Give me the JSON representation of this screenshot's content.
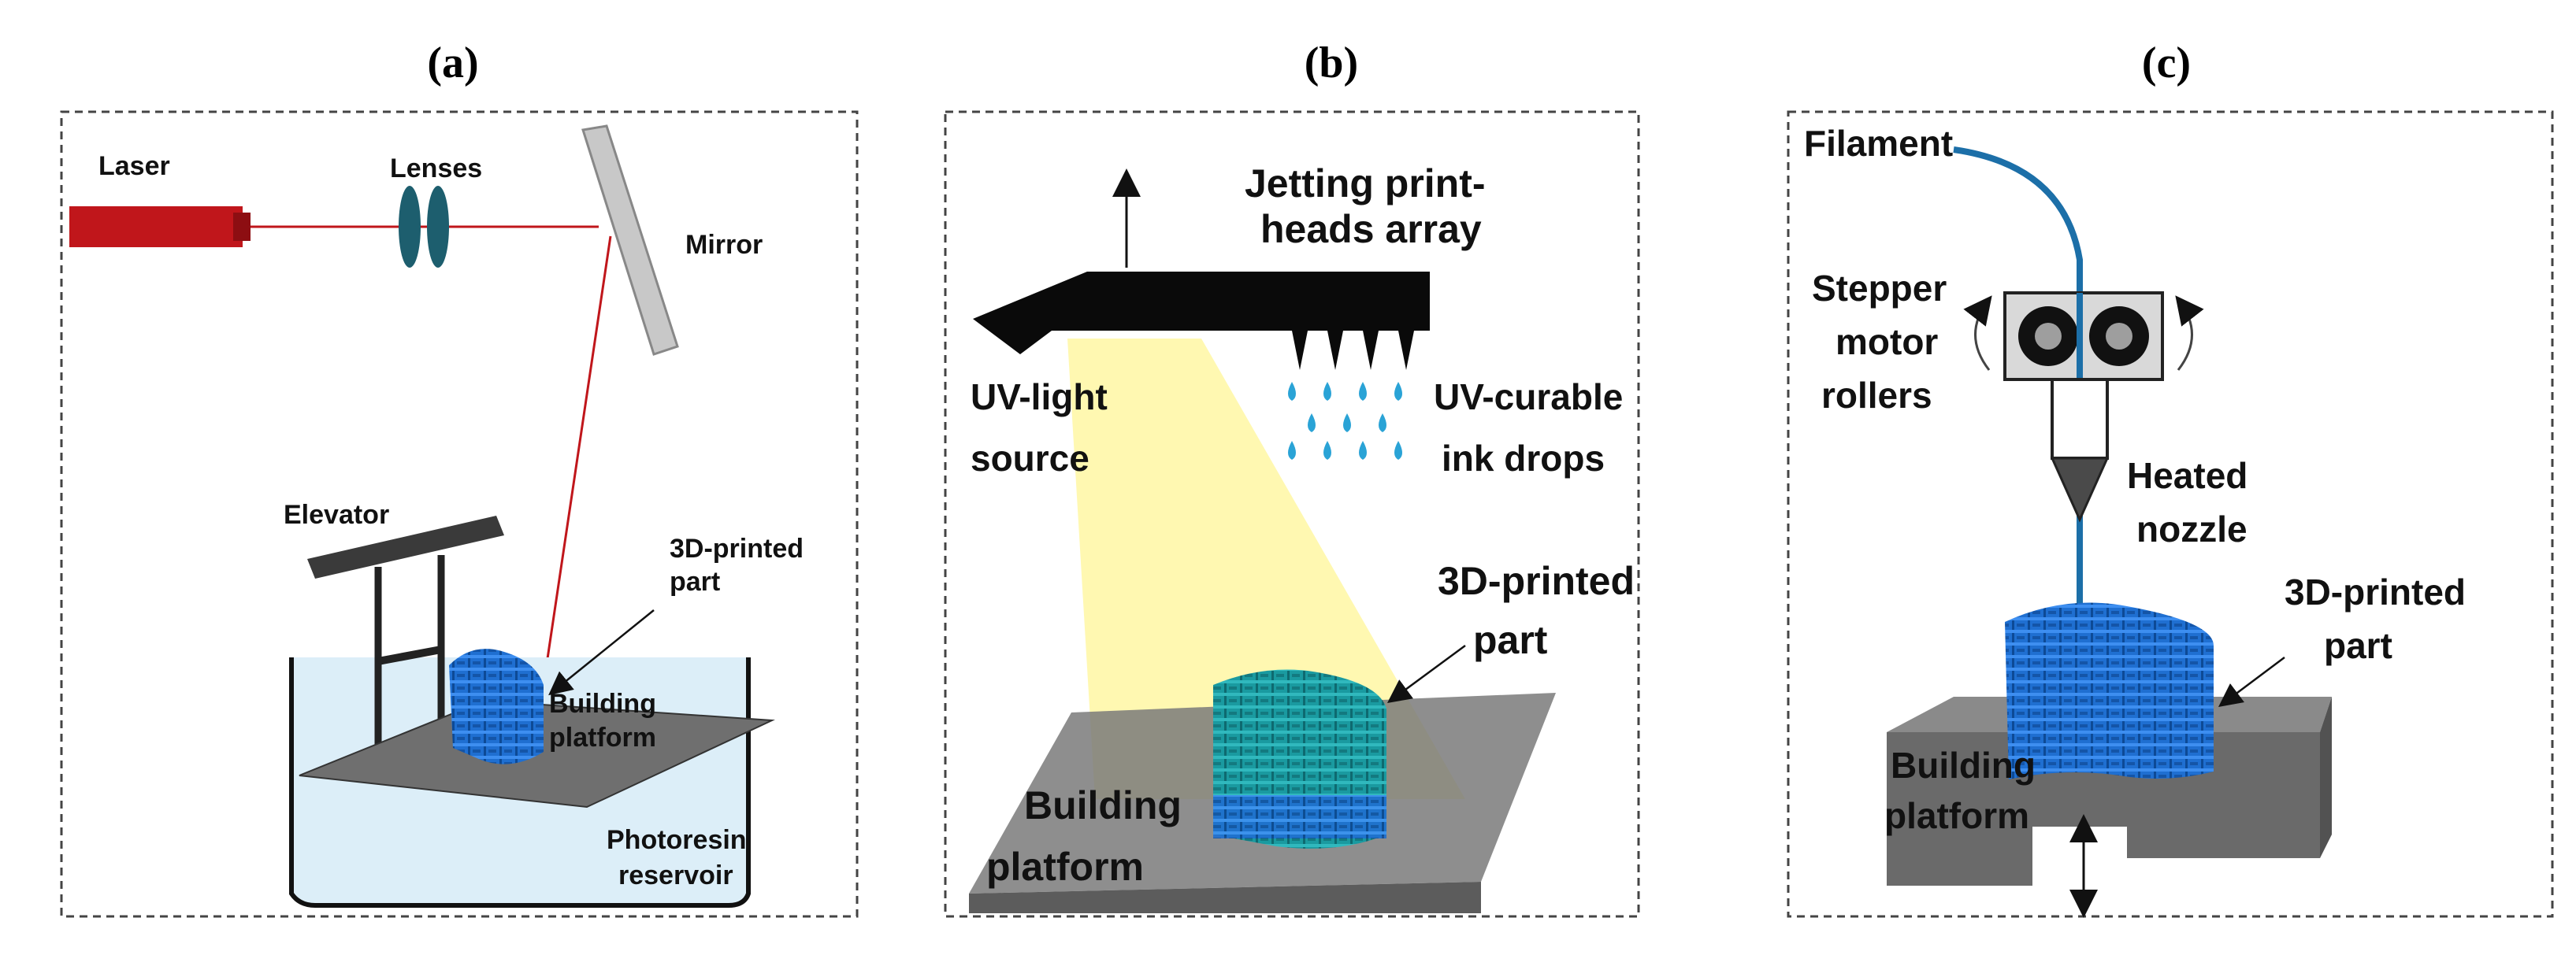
{
  "panels": [
    {
      "letter": "(a)",
      "labels": {
        "laser": "Laser",
        "lenses": "Lenses",
        "mirror": "Mirror",
        "elevator": "Elevator",
        "part_line1": "3D-printed",
        "part_line2": "part",
        "platform_line1": "Building",
        "platform_line2": "platform",
        "reservoir_line1": "Photoresin",
        "reservoir_line2": "reservoir"
      }
    },
    {
      "letter": "(b)",
      "labels": {
        "heads_line1": "Jetting print-",
        "heads_line2": "heads array",
        "uv_line1": "UV-light",
        "uv_line2": "source",
        "ink_line1": "UV-curable",
        "ink_line2": "ink drops",
        "part_line1": "3D-printed",
        "part_line2": "part",
        "platform_line1": "Building",
        "platform_line2": "platform"
      }
    },
    {
      "letter": "(c)",
      "labels": {
        "filament": "Filament",
        "stepper_line1": "Stepper",
        "stepper_line2": "motor",
        "stepper_line3": "rollers",
        "nozzle_line1": "Heated",
        "nozzle_line2": "nozzle",
        "part_line1": "3D-printed",
        "part_line2": "part",
        "platform_line1": "Building",
        "platform_line2": "platform"
      }
    }
  ],
  "colors": {
    "laser": "#c0161b",
    "lens": "#1d5e6e",
    "mirror": "#c8c8c8",
    "part_blue": "#1f6fd1",
    "part_teal": "#1a9aa0",
    "platform": "#7a7a7a",
    "resin": "#dceef8",
    "uv_light": "#fff7a8",
    "drops": "#2aa3d6",
    "filament": "#1c6fa8"
  }
}
